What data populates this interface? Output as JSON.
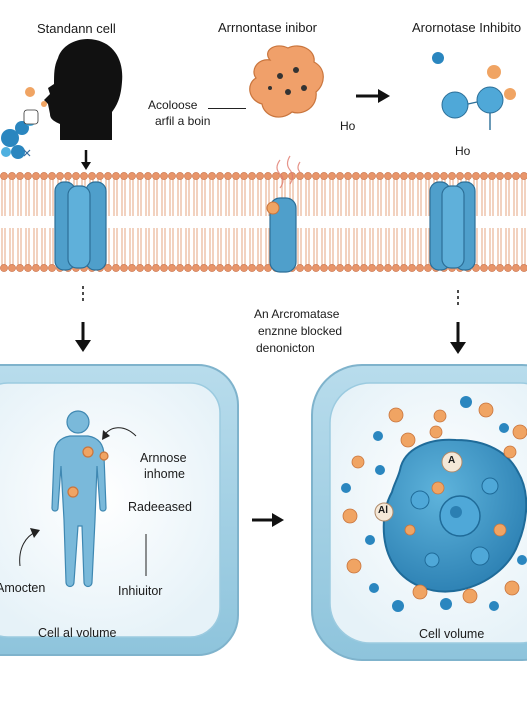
{
  "labels": {
    "standard_cell": "Standann cell",
    "aromatase_inhibitor_top": "Arrnontase inibor",
    "aromatase_inhibitor_right": "Arornotase Inhibito",
    "acolonse": "Acoloose",
    "acolonse_line2": "arfil a boin",
    "ho_top": "Ho",
    "ho_right": "Ho",
    "blocked_line1": "An Arcromatase",
    "blocked_line2": "enznne blocked",
    "blocked_line3": "denonicton",
    "armose_line1": "Arnnose",
    "armose_line2": "inhome",
    "released": "Radeeased",
    "amocten": "Amocten",
    "inhibitor_bottom": "Inhiuitor",
    "cell_volume_left": "Cell al volume",
    "cell_volume_right": "Cell volume",
    "blob_mark_1": "A",
    "blob_mark_2": "Al"
  },
  "colors": {
    "membrane_head": "#e8956a",
    "membrane_tail": "#f3c9ad",
    "channel": "#4f9fcb",
    "panel": "#a9d3e6",
    "blob": "#3a97c8",
    "dot_orange": "#f0a463",
    "dot_blue": "#2a86bf"
  },
  "icons": [
    "head-silhouette-icon",
    "arrow-right-icon",
    "arrow-down-icon",
    "x-mark-icon"
  ]
}
